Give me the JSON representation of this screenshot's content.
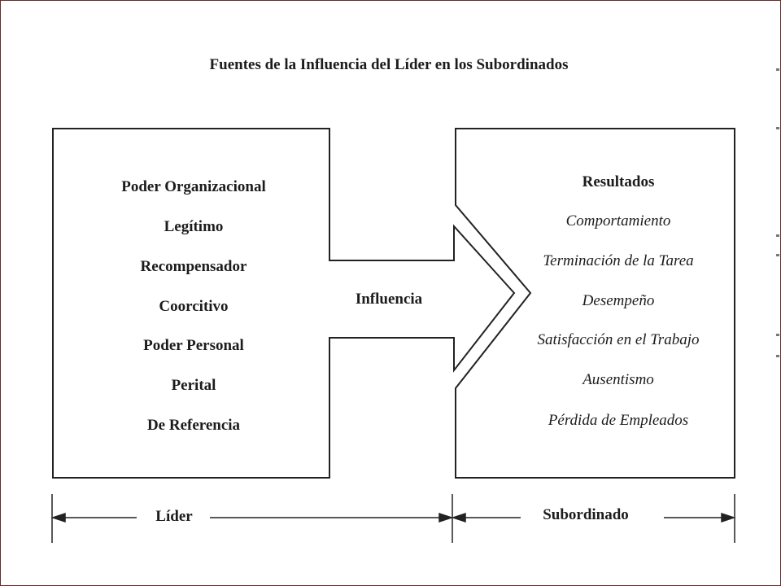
{
  "title": "Fuentes de la Influencia del Líder en los Subordinados",
  "leader": {
    "items": [
      "Poder Organizacional",
      "Legítimo",
      "Recompensador",
      "Coorcitivo",
      "Poder Personal",
      "Perital",
      "De Referencia"
    ]
  },
  "influence_label": "Influencia",
  "subordinate": {
    "heading": "Resultados",
    "items": [
      "Comportamiento",
      "Terminación de la Tarea",
      "Desempeño",
      "Satisfacción en el Trabajo",
      "Ausentismo",
      "Pérdida de Empleados"
    ]
  },
  "axis": {
    "left_label": "Líder",
    "right_label": "Subordinado"
  }
}
